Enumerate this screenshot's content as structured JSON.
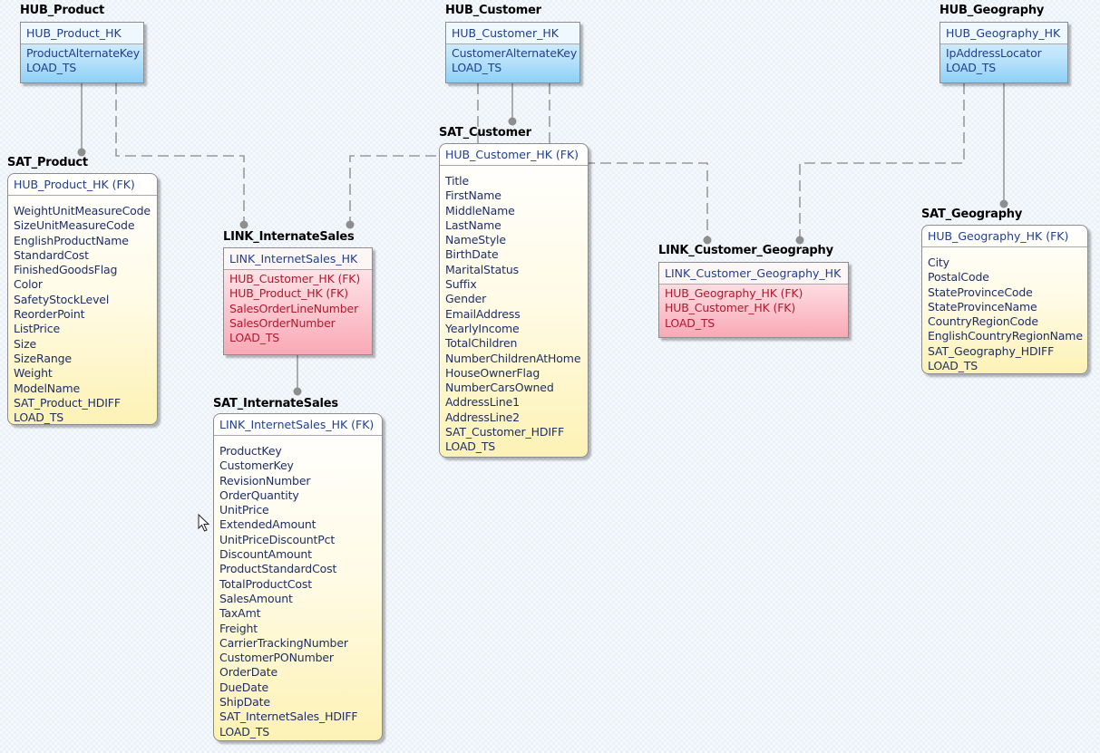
{
  "diagram": {
    "entities": {
      "hub_product": {
        "title": "HUB_Product",
        "pk": "HUB_Product_HK",
        "attributes": [
          "ProductAlternateKey",
          "LOAD_TS"
        ]
      },
      "hub_customer": {
        "title": "HUB_Customer",
        "pk": "HUB_Customer_HK",
        "attributes": [
          "CustomerAlternateKey",
          "LOAD_TS"
        ]
      },
      "hub_geography": {
        "title": "HUB_Geography",
        "pk": "HUB_Geography_HK",
        "attributes": [
          "IpAddressLocator",
          "LOAD_TS"
        ]
      },
      "sat_product": {
        "title": "SAT_Product",
        "pk": "HUB_Product_HK (FK)",
        "attributes": [
          "WeightUnitMeasureCode",
          "SizeUnitMeasureCode",
          "EnglishProductName",
          "StandardCost",
          "FinishedGoodsFlag",
          "Color",
          "SafetyStockLevel",
          "ReorderPoint",
          "ListPrice",
          "Size",
          "SizeRange",
          "Weight",
          "ModelName",
          "SAT_Product_HDIFF",
          "LOAD_TS"
        ]
      },
      "link_internetsales": {
        "title": "LINK_InternateSales",
        "pk": "LINK_InternetSales_HK",
        "attributes": [
          "HUB_Customer_HK (FK)",
          "HUB_Product_HK (FK)",
          "SalesOrderLineNumber",
          "SalesOrderNumber",
          "LOAD_TS"
        ]
      },
      "sat_internetsales": {
        "title": "SAT_InternateSales",
        "pk": "LINK_InternetSales_HK (FK)",
        "attributes": [
          "ProductKey",
          "CustomerKey",
          "RevisionNumber",
          "OrderQuantity",
          "UnitPrice",
          "ExtendedAmount",
          "UnitPriceDiscountPct",
          "DiscountAmount",
          "ProductStandardCost",
          "TotalProductCost",
          "SalesAmount",
          "TaxAmt",
          "Freight",
          "CarrierTrackingNumber",
          "CustomerPONumber",
          "OrderDate",
          "DueDate",
          "ShipDate",
          "SAT_InternetSales_HDIFF",
          "LOAD_TS"
        ]
      },
      "sat_customer": {
        "title": "SAT_Customer",
        "pk": "HUB_Customer_HK (FK)",
        "attributes": [
          "Title",
          "FirstName",
          "MiddleName",
          "LastName",
          "NameStyle",
          "BirthDate",
          "MaritalStatus",
          "Suffix",
          "Gender",
          "EmailAddress",
          "YearlyIncome",
          "TotalChildren",
          "NumberChildrenAtHome",
          "HouseOwnerFlag",
          "NumberCarsOwned",
          "AddressLine1",
          "AddressLine2",
          "SAT_Customer_HDIFF",
          "LOAD_TS"
        ]
      },
      "link_customer_geography": {
        "title": "LINK_Customer_Geography",
        "pk": "LINK_Customer_Geography_HK",
        "attributes": [
          "HUB_Geography_HK (FK)",
          "HUB_Customer_HK (FK)",
          "LOAD_TS"
        ]
      },
      "sat_geography": {
        "title": "SAT_Geography",
        "pk": "HUB_Geography_HK (FK)",
        "attributes": [
          "City",
          "PostalCode",
          "StateProvinceCode",
          "StateProvinceName",
          "CountryRegionCode",
          "EnglishCountryRegionName",
          "SAT_Geography_HDIFF",
          "LOAD_TS"
        ]
      }
    },
    "relationships": [
      {
        "from": "hub_product",
        "to": "sat_product",
        "style": "identifying"
      },
      {
        "from": "hub_product",
        "to": "link_internetsales",
        "style": "non-identifying"
      },
      {
        "from": "hub_customer",
        "to": "sat_customer",
        "style": "identifying"
      },
      {
        "from": "hub_customer",
        "to": "link_internetsales",
        "style": "non-identifying"
      },
      {
        "from": "hub_customer",
        "to": "link_customer_geography",
        "style": "non-identifying"
      },
      {
        "from": "hub_geography",
        "to": "sat_geography",
        "style": "identifying"
      },
      {
        "from": "hub_geography",
        "to": "link_customer_geography",
        "style": "non-identifying"
      },
      {
        "from": "link_internetsales",
        "to": "sat_internetsales",
        "style": "identifying"
      }
    ]
  },
  "colors": {
    "hub": "#bfe5fb",
    "satellite": "#fdf2b5",
    "link": "#fccad2",
    "line": "#9a9a9a",
    "text_key": "#1f3f8f",
    "text_link_attr": "#b0192e"
  }
}
